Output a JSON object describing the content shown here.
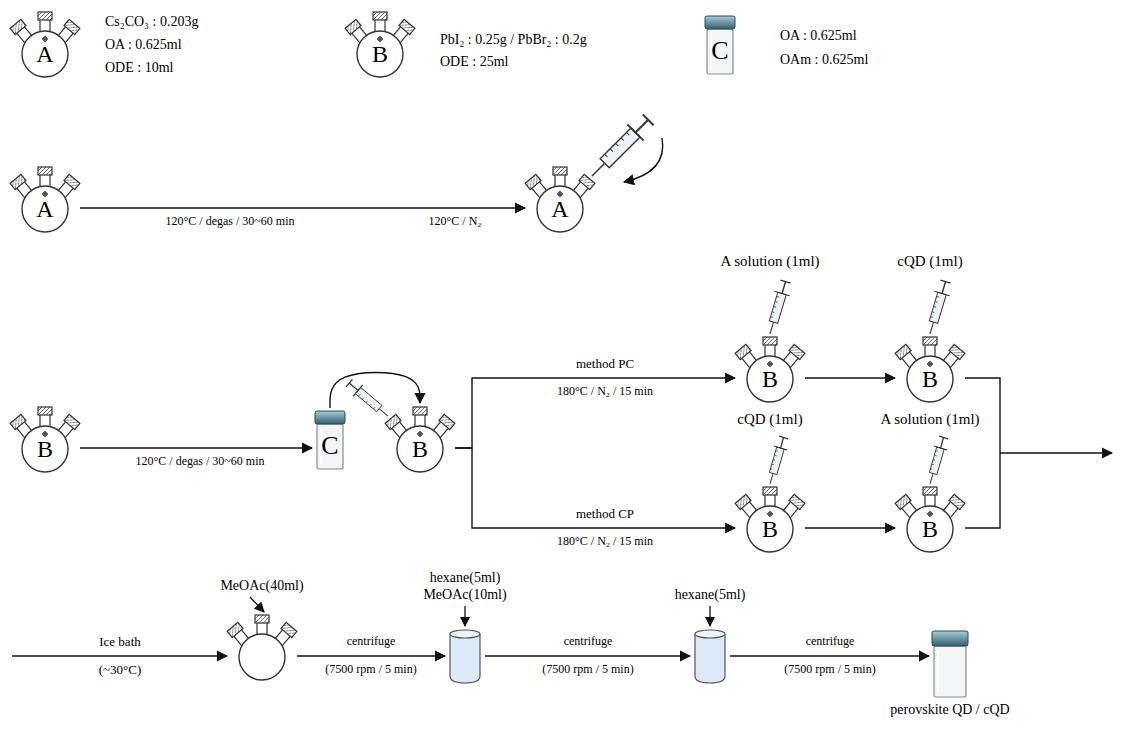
{
  "diagram": {
    "nodes": [
      {
        "text": [
          "A"
        ]
      },
      {
        "text": [
          "B"
        ]
      },
      {
        "text": [
          "C"
        ]
      },
      {
        "text": [
          "A"
        ]
      },
      {
        "text": [
          "A"
        ]
      },
      {
        "text": [
          "B"
        ]
      },
      {
        "text": [
          "C"
        ]
      },
      {
        "text": [
          "B"
        ]
      },
      {
        "text": [
          "B"
        ]
      },
      {
        "text": [
          "B"
        ]
      },
      {
        "text": [
          "B"
        ]
      },
      {
        "text": [
          "B"
        ]
      },
      {
        "text": [
          "MeOAc(40ml)"
        ]
      },
      {
        "text": [
          "hexane(5ml) MeOAc(10ml)"
        ]
      },
      {
        "text": [
          "hexane(5ml)"
        ]
      },
      {
        "text": [
          "perovskite QD / cQD"
        ]
      }
    ],
    "edges": [
      {
        "from": 3,
        "to": 4,
        "arrow": "to",
        "label": "120°C / degas / 30~60 min"
      },
      {
        "from": 5,
        "to": 6,
        "arrow": "to",
        "label": "120°C / degas / 30~60 min"
      },
      {
        "from": 6,
        "to": 7,
        "arrow": "to"
      },
      {
        "from": 7,
        "to": 8,
        "arrow": "to",
        "label": "method PC"
      },
      {
        "from": 7,
        "to": 10,
        "arrow": "to",
        "label": "method CP"
      },
      {
        "from": 8,
        "to": 9,
        "arrow": "to"
      },
      {
        "from": 10,
        "to": 11,
        "arrow": "to"
      },
      {
        "from": 12,
        "to": 13,
        "arrow": "to",
        "label": "centrifuge"
      },
      {
        "from": 13,
        "to": 14,
        "arrow": "to",
        "label": "centrifuge"
      },
      {
        "from": 14,
        "to": 15,
        "arrow": "to",
        "label": "centrifuge"
      }
    ],
    "labels": [
      "Cs₂CO₃ : 0.203g",
      "OA : 0.625ml",
      "ODE : 10ml",
      "PbI₂ : 0.25g / PbBr₂ : 0.2g",
      "ODE : 25ml",
      "OA : 0.625ml",
      "OAm : 0.625ml",
      "120°C / N₂",
      "A solution (1ml)",
      "cQD (1ml)",
      "cQD (1ml)",
      "A solution (1ml)",
      "180°C / N₂ / 15 min",
      "180°C / N₂ / 15 min",
      "Ice bath",
      "(~30°C)",
      "(7500 rpm / 5 min)",
      "(7500 rpm / 5 min)",
      "(7500 rpm / 5 min)"
    ]
  }
}
